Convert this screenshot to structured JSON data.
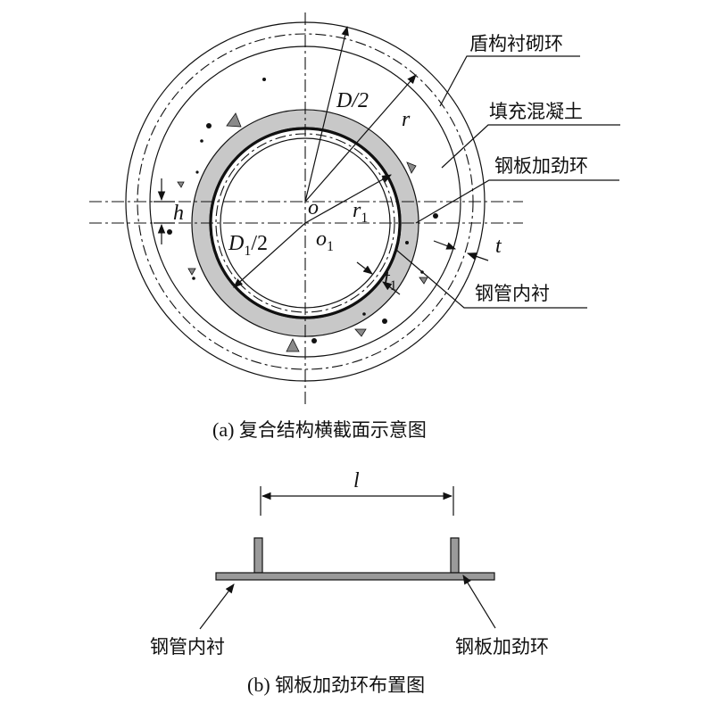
{
  "labels": {
    "shield_lining": "盾构衬砌环",
    "infill_concrete": "填充混凝土",
    "steel_stiffener": "钢板加劲环",
    "steel_inner_lining": "钢管内衬",
    "D_half": "D/2",
    "r": "r",
    "o": "o",
    "r1_main": "r",
    "r1_sub": "1",
    "D1_main": "D",
    "D1_sub": "1",
    "D1_tail": "/2",
    "o1_main": "o",
    "o1_sub": "1",
    "h": "h",
    "t": "t",
    "t1_main": "t",
    "t1_sub": "1",
    "l": "l"
  },
  "captions": {
    "a_prefix": "(a) ",
    "a_text": "复合结构横截面示意图",
    "b_prefix": "(b) ",
    "b_text": "钢板加劲环布置图"
  },
  "bottom_labels": {
    "left": "钢管内衬",
    "right": "钢板加劲环"
  },
  "colors": {
    "ring_fill": "#c8c8c8",
    "line": "#111111",
    "plate_fill": "#9a9a9a"
  }
}
